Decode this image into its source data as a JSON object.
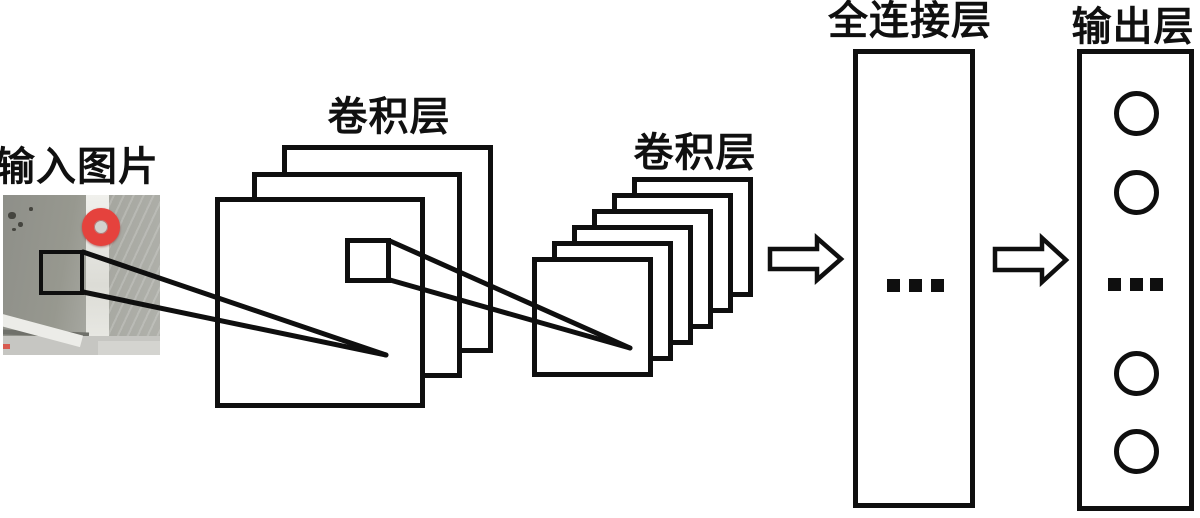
{
  "diagram": {
    "labels": {
      "input": "输入图片",
      "conv1": "卷积层",
      "conv2": "卷积层",
      "fully_connected": "全连接层",
      "output": "输出层"
    },
    "icons": {
      "input_photo": "metal-plate-with-red-ring-photo",
      "flow_arrow_1": "block-arrow-right-icon",
      "flow_arrow_2": "block-arrow-right-icon",
      "fc_ellipsis": "ellipsis-icon",
      "output_ellipsis": "ellipsis-icon",
      "output_node": "neuron-circle-icon"
    },
    "counts": {
      "conv1_feature_maps": 3,
      "conv2_feature_maps": 6,
      "output_nodes_visible": 4
    },
    "colors": {
      "line": "#0f0f0f",
      "ring_red": "#e5423d",
      "plate_gray": "#a0a19a",
      "background": "#ffffff"
    }
  }
}
